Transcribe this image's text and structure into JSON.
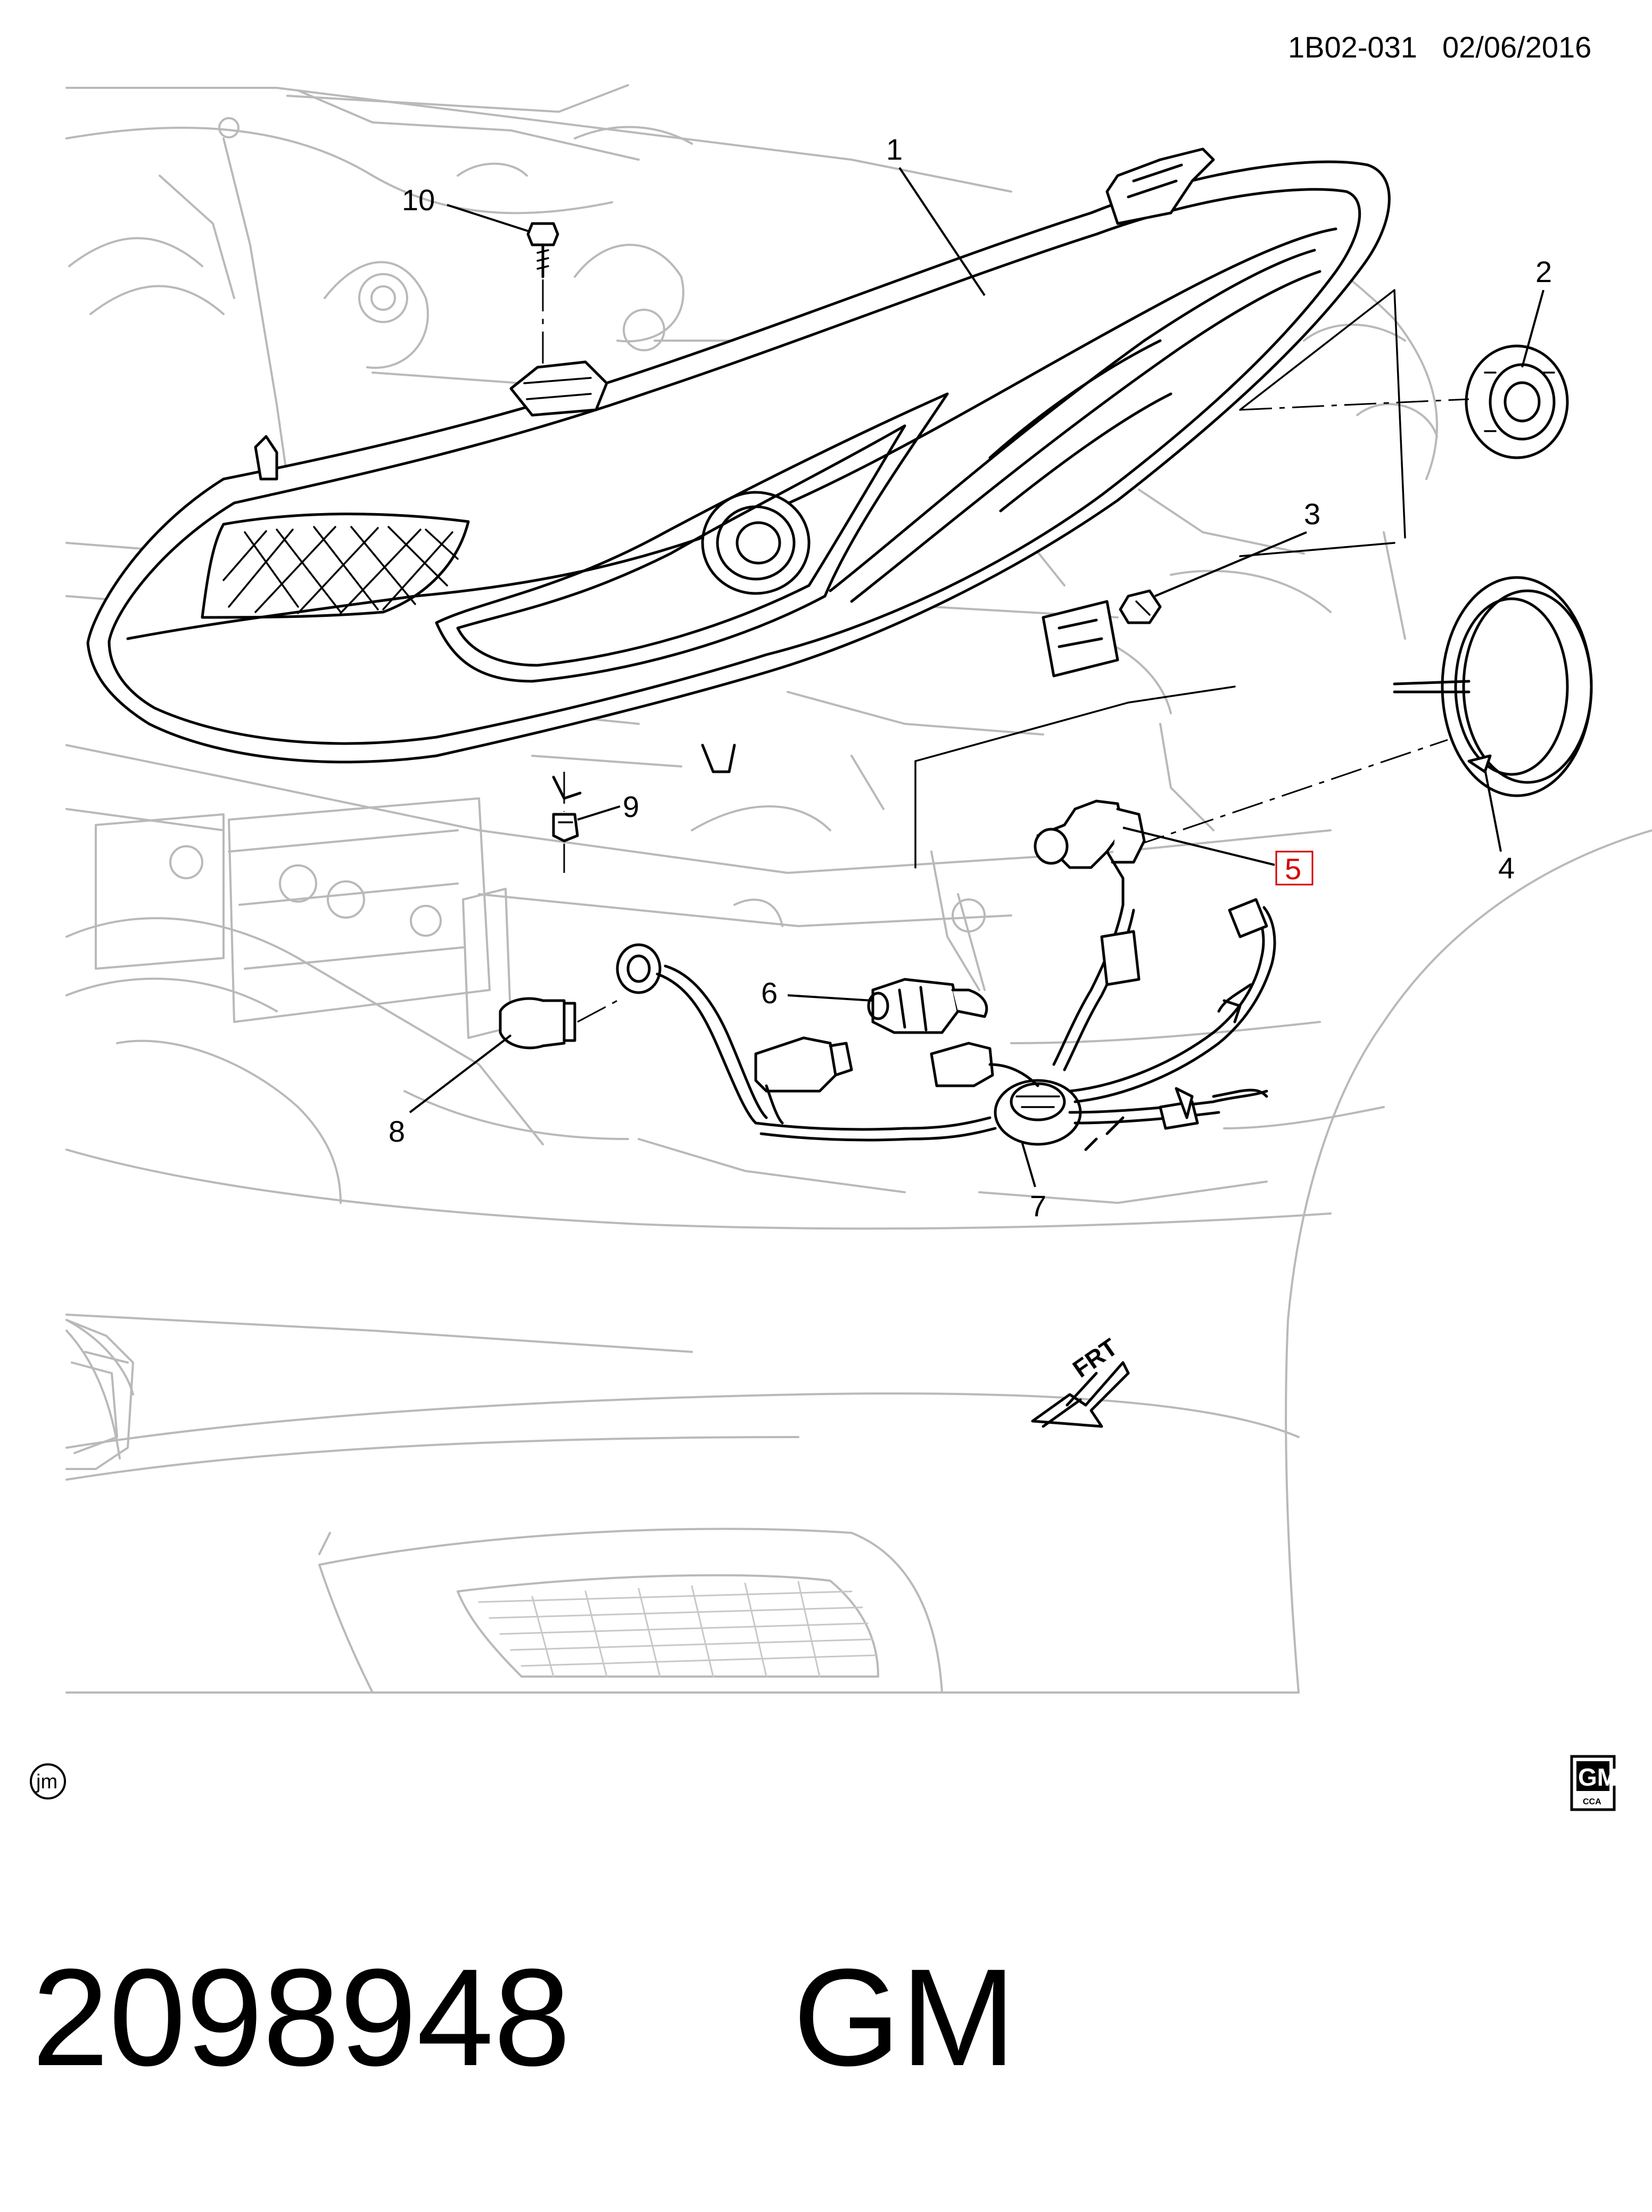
{
  "header": {
    "illustration_id": "1B02-031",
    "date": "02/06/2016"
  },
  "callouts": {
    "c1": "1",
    "c2": "2",
    "c3": "3",
    "c4": "4",
    "c5": "5",
    "c6": "6",
    "c7": "7",
    "c8": "8",
    "c9": "9",
    "c10": "10"
  },
  "highlight_color": "#d40000",
  "direction_label": "FRT",
  "artist_initials": "jm",
  "logo": {
    "brand": "GM",
    "sub": "CCA"
  },
  "caption": {
    "part_number": "2098948",
    "brand": "GM"
  }
}
